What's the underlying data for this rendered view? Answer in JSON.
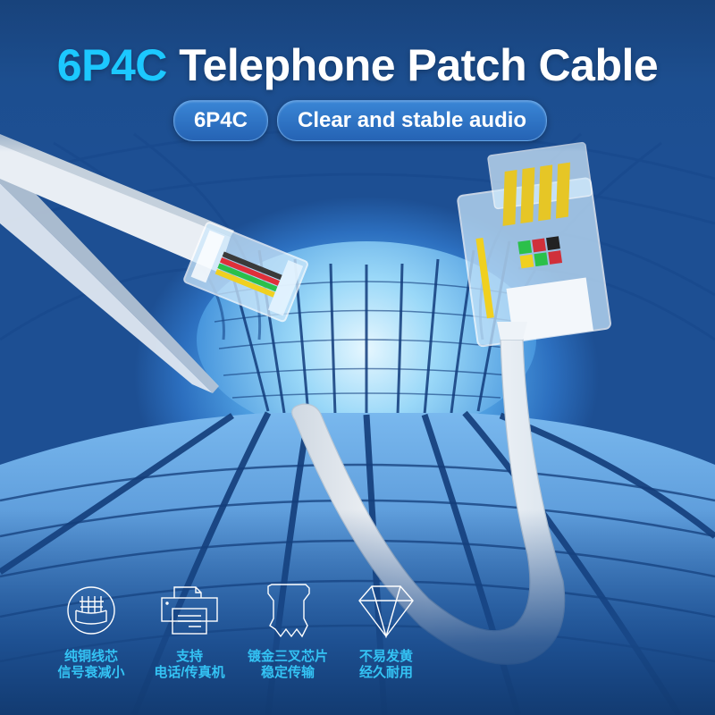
{
  "headline": {
    "accent": "6P4C",
    "rest": "Telephone Patch Cable"
  },
  "pills": [
    {
      "label": "6P4C"
    },
    {
      "label": "Clear and stable audio"
    }
  ],
  "features": [
    {
      "icon": "copper-core-icon",
      "line1": "纯铜线芯",
      "line2": "信号衰减小"
    },
    {
      "icon": "fax-printer-icon",
      "line1": "支持",
      "line2": "电话/传真机"
    },
    {
      "icon": "gold-contact-icon",
      "line1": "镀金三叉芯片",
      "line2": "稳定传输"
    },
    {
      "icon": "diamond-icon",
      "line1": "不易发黄",
      "line2": "经久耐用"
    }
  ],
  "colors": {
    "accent_cyan": "#1cc8ff",
    "caption_cyan": "#34c3f4",
    "pill_blue": "#2a6cbf",
    "background_dark": "#1a4a86",
    "background_light": "#8fd2f6",
    "cable_white": "#f2f5f8"
  }
}
